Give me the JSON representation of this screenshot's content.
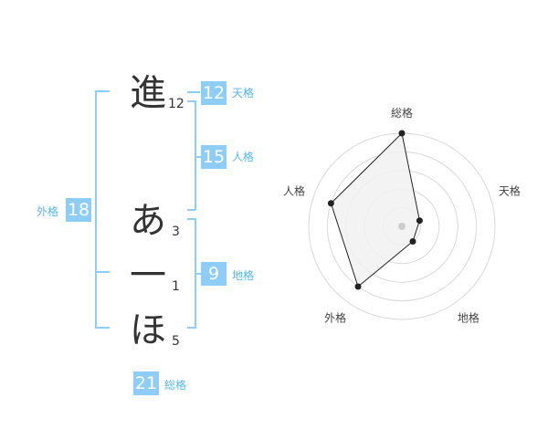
{
  "name_chars": [
    {
      "char": "進",
      "strokes": "12"
    },
    {
      "char": "あ",
      "strokes": "3"
    },
    {
      "char": "一",
      "strokes": "1"
    },
    {
      "char": "ほ",
      "strokes": "5"
    }
  ],
  "kaku": {
    "tenkaku": {
      "value": "12",
      "label": "天格"
    },
    "jinkaku": {
      "value": "15",
      "label": "人格"
    },
    "chikaku": {
      "value": "9",
      "label": "地格"
    },
    "gaikaku": {
      "value": "18",
      "label": "外格"
    },
    "soukaku": {
      "value": "21",
      "label": "総格"
    }
  },
  "chart_data": {
    "type": "radar",
    "axes": [
      "総格",
      "天格",
      "地格",
      "外格",
      "人格"
    ],
    "values": [
      5,
      1,
      1,
      4,
      4
    ],
    "max": 5,
    "rings": 5
  },
  "colors": {
    "accent": "#8dcdf7",
    "accent_text": "#57b6ef",
    "chart_fill": "#f1f1f1"
  }
}
